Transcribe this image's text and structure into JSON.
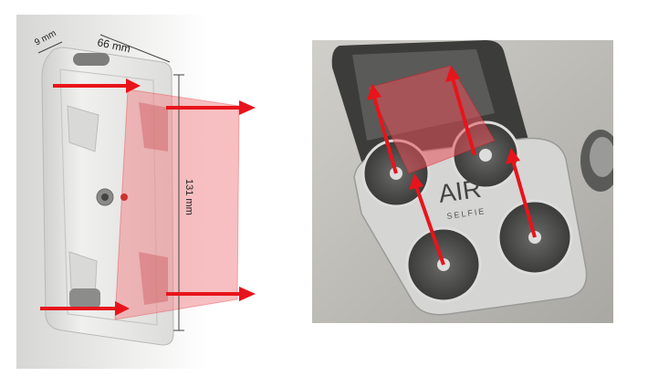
{
  "left_figure": {
    "width_label": "66 mm",
    "depth_label": "9 mm",
    "height_label": "131 mm",
    "colors": {
      "arrow": "#e8141b",
      "overlay": "#f08a8e",
      "case": "#e9e9e7"
    }
  },
  "right_figure": {
    "logo_text": "AIR",
    "sub_text": "SELFIE",
    "colors": {
      "arrow": "#e8141b",
      "overlay": "#e8505a",
      "photo_bg": "#b9b9b4"
    }
  }
}
